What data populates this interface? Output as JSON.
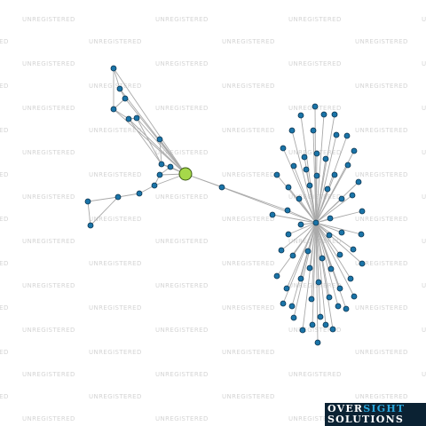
{
  "watermark_text": "UNREGISTERED",
  "colors": {
    "node": "#1a74a8",
    "focus_node": "#a6d84a",
    "edge": "#a9a9a9",
    "watermark": "#d4d4d4",
    "logo_bg": "#0b2233",
    "logo_accent": "#2aa7dc"
  },
  "logo": {
    "word1": "OVER",
    "word2": "SIGHT",
    "word3": "SOLUTIONS"
  }
}
